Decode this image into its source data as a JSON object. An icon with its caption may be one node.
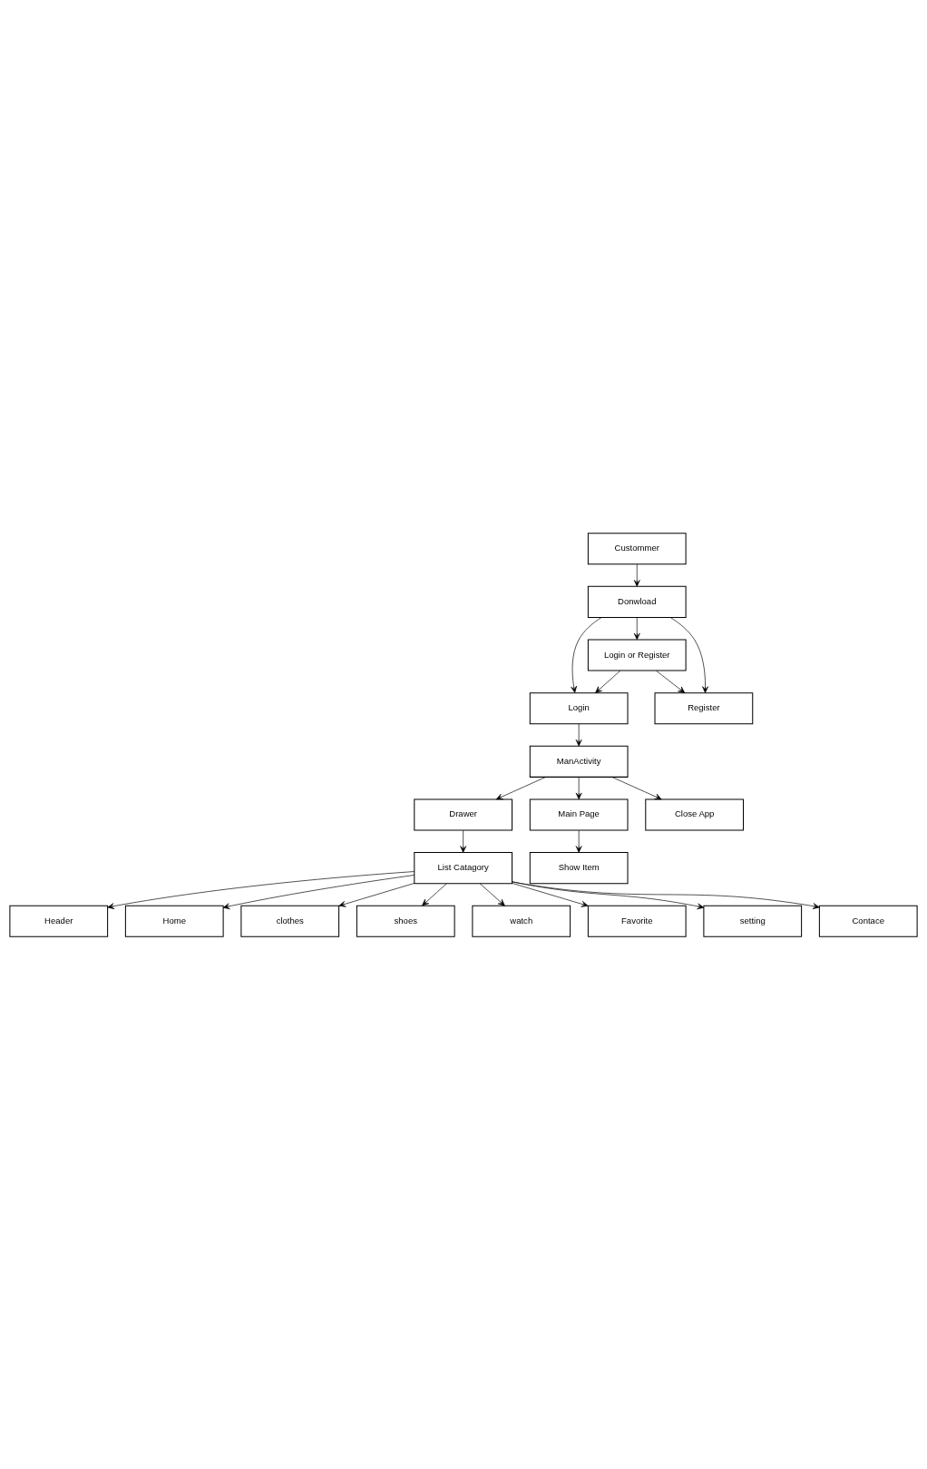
{
  "diagram": {
    "nodes": [
      {
        "text": [
          "Custommer"
        ]
      },
      {
        "text": [
          "Donwload"
        ]
      },
      {
        "text": [
          "Login"
        ]
      },
      {
        "text": [
          "Login or Register"
        ]
      },
      {
        "text": [
          "Register"
        ]
      },
      {
        "text": [
          "ManActivity"
        ]
      },
      {
        "text": [
          "Drawer"
        ]
      },
      {
        "text": [
          "Main Page"
        ]
      },
      {
        "text": [
          "List Catagory"
        ]
      },
      {
        "text": [
          "Show Item"
        ]
      },
      {
        "text": [
          "Header"
        ]
      },
      {
        "text": [
          "Home"
        ]
      },
      {
        "text": [
          "clothes"
        ]
      },
      {
        "text": [
          "shoes"
        ]
      },
      {
        "text": [
          "watch"
        ]
      },
      {
        "text": [
          "Favorite"
        ]
      },
      {
        "text": [
          "setting"
        ]
      },
      {
        "text": [
          "Contace"
        ]
      },
      {
        "text": [
          "Close App"
        ]
      }
    ],
    "edges": [
      {
        "from": 0,
        "to": 1,
        "arrow": "to"
      },
      {
        "from": 1,
        "to": 2,
        "arrow": "to"
      },
      {
        "from": 1,
        "to": 3,
        "arrow": "to"
      },
      {
        "from": 1,
        "to": 4,
        "arrow": "to"
      },
      {
        "from": 3,
        "to": 2,
        "arrow": "to"
      },
      {
        "from": 3,
        "to": 4,
        "arrow": "to"
      },
      {
        "from": 2,
        "to": 5,
        "arrow": "to"
      },
      {
        "from": 5,
        "to": 6,
        "arrow": "to"
      },
      {
        "from": 5,
        "to": 7,
        "arrow": "to"
      },
      {
        "from": 5,
        "to": 18,
        "arrow": "to"
      },
      {
        "from": 6,
        "to": 8,
        "arrow": "to"
      },
      {
        "from": 7,
        "to": 9,
        "arrow": "to"
      },
      {
        "from": 8,
        "to": 10,
        "arrow": "to"
      },
      {
        "from": 8,
        "to": 11,
        "arrow": "to"
      },
      {
        "from": 8,
        "to": 12,
        "arrow": "to"
      },
      {
        "from": 8,
        "to": 13,
        "arrow": "to"
      },
      {
        "from": 8,
        "to": 14,
        "arrow": "to"
      },
      {
        "from": 8,
        "to": 15,
        "arrow": "to"
      },
      {
        "from": 8,
        "to": 16,
        "arrow": "to"
      },
      {
        "from": 8,
        "to": 17,
        "arrow": "to"
      }
    ]
  }
}
